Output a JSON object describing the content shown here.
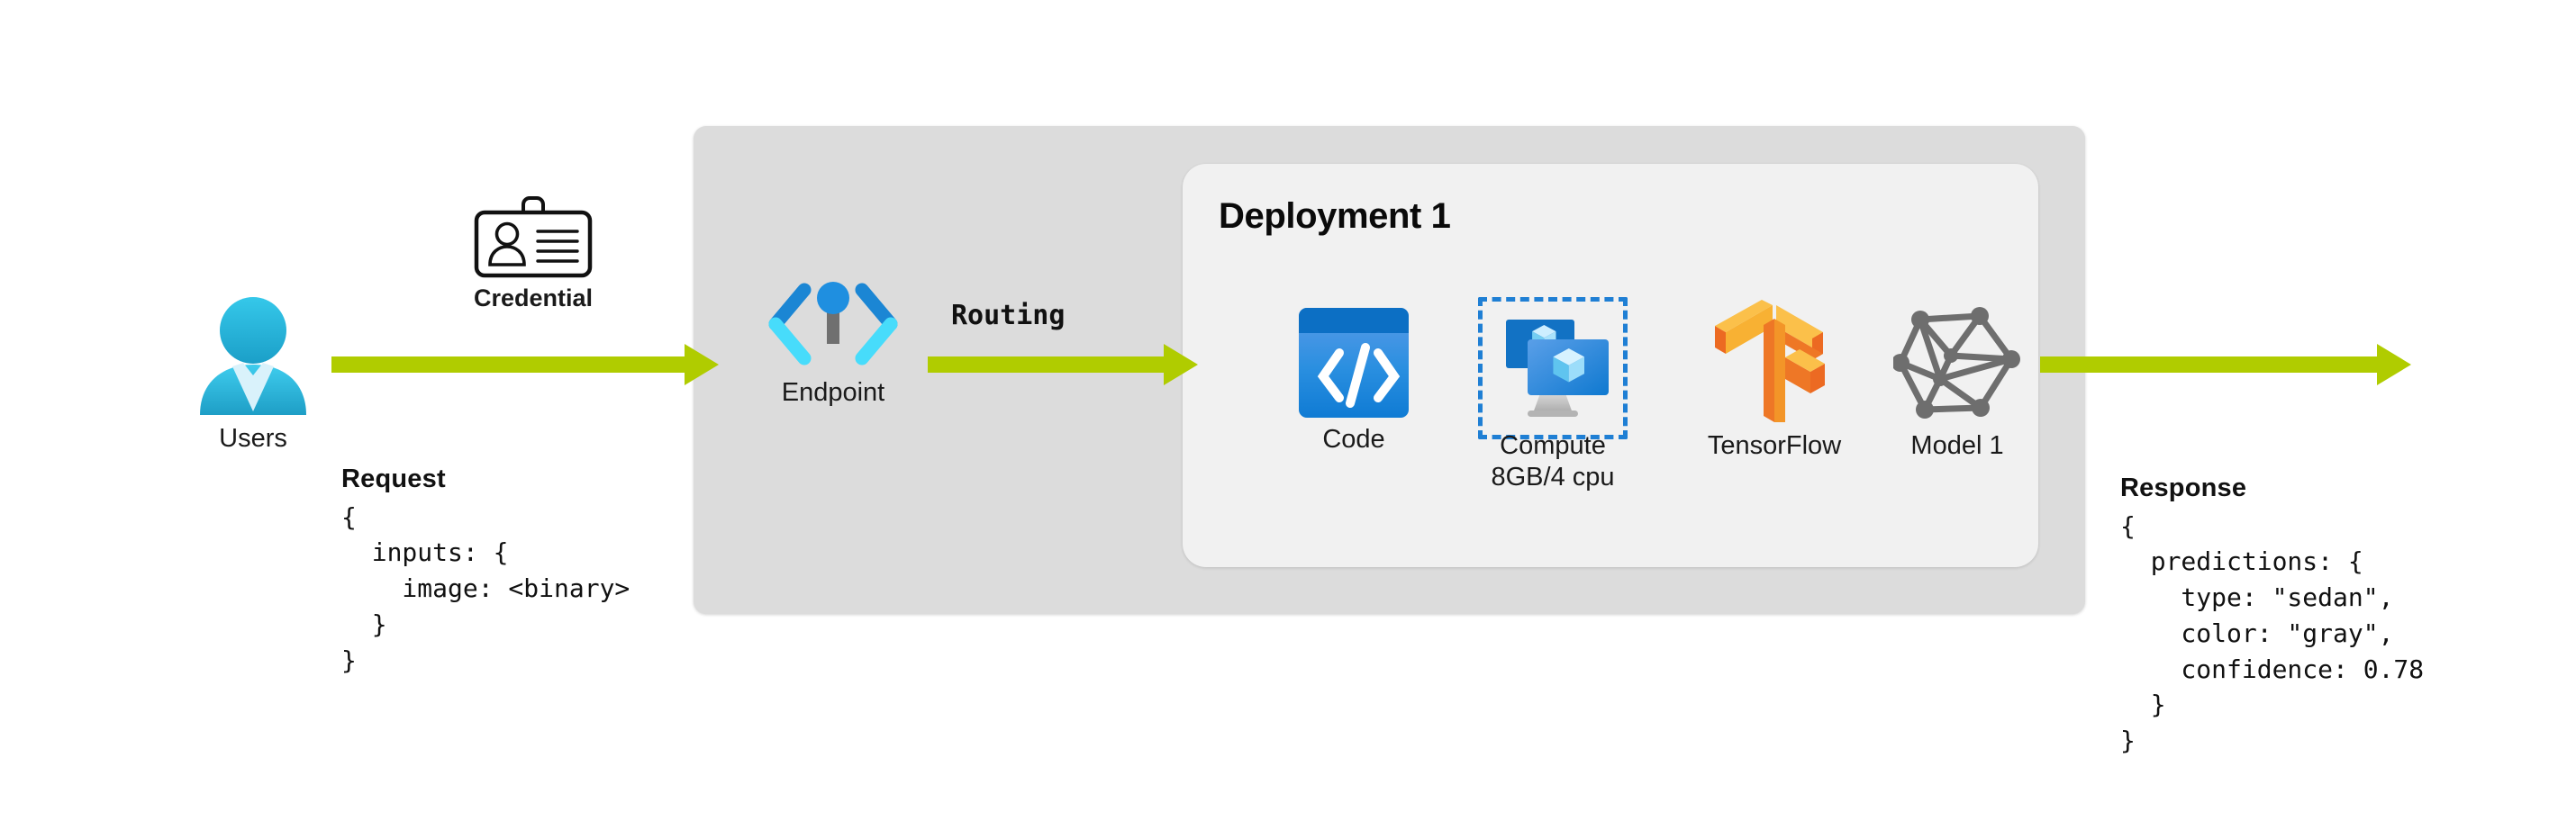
{
  "diagram": {
    "title": "Managed online endpoint deployment flow",
    "accent_arrow_color": "#b0cc00",
    "outer_panel_color": "#dcdcdc",
    "inner_panel_color": "#f1f1f1",
    "compute_highlight_color": "#1f7fd4"
  },
  "users": {
    "label": "Users",
    "icon": "user-person-icon"
  },
  "credential": {
    "label": "Credential",
    "icon": "id-badge-icon"
  },
  "request": {
    "title": "Request",
    "body": "{\n  inputs: {\n    image: <binary>\n  }\n}"
  },
  "endpoint": {
    "label": "Endpoint",
    "icon": "endpoint-angle-brackets-icon"
  },
  "routing": {
    "label": "Routing"
  },
  "deployment": {
    "title": "Deployment 1",
    "items": [
      {
        "label": "Code",
        "sublabel": "",
        "icon": "code-window-icon"
      },
      {
        "label": "Compute",
        "sublabel": "8GB/4 cpu",
        "icon": "compute-monitors-icon"
      },
      {
        "label": "TensorFlow",
        "sublabel": "",
        "icon": "tensorflow-logo-icon"
      },
      {
        "label": "Model 1",
        "sublabel": "",
        "icon": "model-graph-icon"
      }
    ]
  },
  "response": {
    "title": "Response",
    "body": "{\n  predictions: {\n    type: \"sedan\",\n    color: \"gray\",\n    confidence: 0.78\n  }\n}"
  },
  "arrows": [
    {
      "name": "arrow-users-to-endpoint"
    },
    {
      "name": "arrow-endpoint-to-deployment"
    },
    {
      "name": "arrow-deployment-to-response"
    }
  ]
}
